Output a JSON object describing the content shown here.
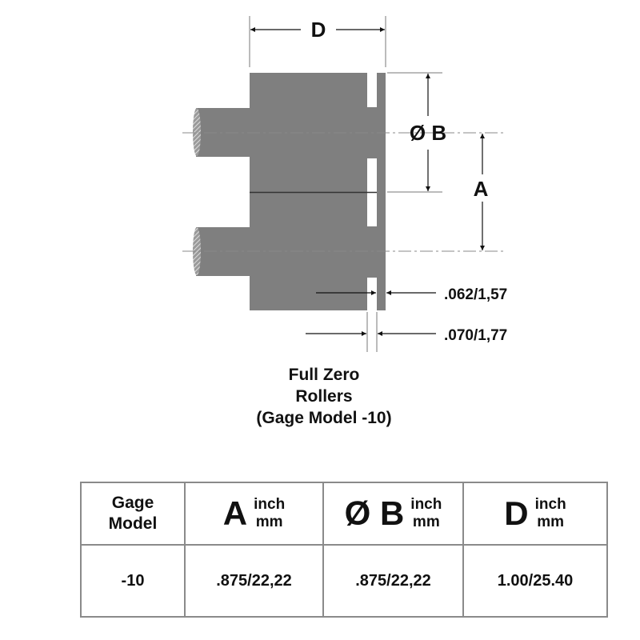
{
  "diagram": {
    "dim_d": "D",
    "dim_b": "Ø B",
    "dim_a": "A",
    "dim_plate": ".062/1,57",
    "dim_gap": ".070/1,77",
    "caption": [
      "Full Zero",
      "Rollers",
      "(Gage Model -10)"
    ],
    "colors": {
      "part": "#7f7f7f",
      "line": "#111111"
    }
  },
  "table": {
    "headers": [
      {
        "label": "Gage Model"
      },
      {
        "label": "A",
        "units": [
          "inch",
          "mm"
        ]
      },
      {
        "label": "Ø B",
        "units": [
          "inch",
          "mm"
        ]
      },
      {
        "label": "D",
        "units": [
          "inch",
          "mm"
        ]
      }
    ],
    "header_lines": [
      "Gage",
      "Model"
    ],
    "rows": [
      [
        " -10",
        ".875/22,22",
        ".875/22,22",
        "1.00/25.40"
      ]
    ]
  }
}
